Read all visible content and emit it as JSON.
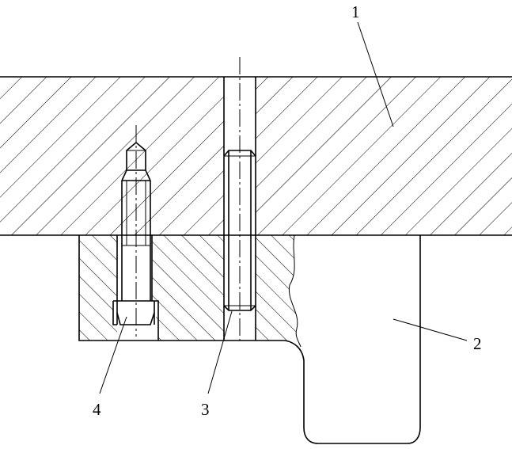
{
  "diagram": {
    "callouts": [
      {
        "id": "c1",
        "text": "1"
      },
      {
        "id": "c2",
        "text": "2"
      },
      {
        "id": "c3",
        "text": "3"
      },
      {
        "id": "c4",
        "text": "4"
      }
    ],
    "colors": {
      "line": "#000000",
      "background": "#ffffff"
    }
  }
}
